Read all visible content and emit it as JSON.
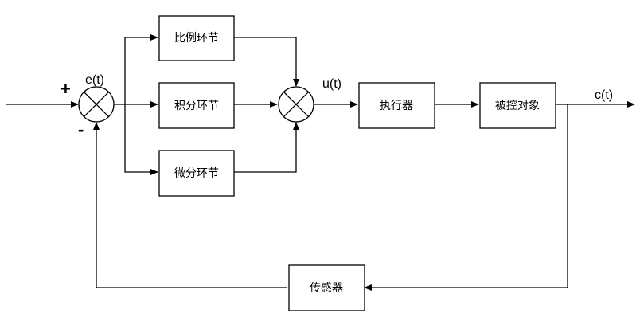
{
  "blocks": {
    "proportional": "比例环节",
    "integral": "积分环节",
    "derivative": "微分环节",
    "actuator": "执行器",
    "plant": "被控对象",
    "sensor": "传感器"
  },
  "signals": {
    "error": "e(t)",
    "control": "u(t)",
    "output": "c(t)"
  },
  "signs": {
    "plus": "+",
    "minus": "-"
  }
}
